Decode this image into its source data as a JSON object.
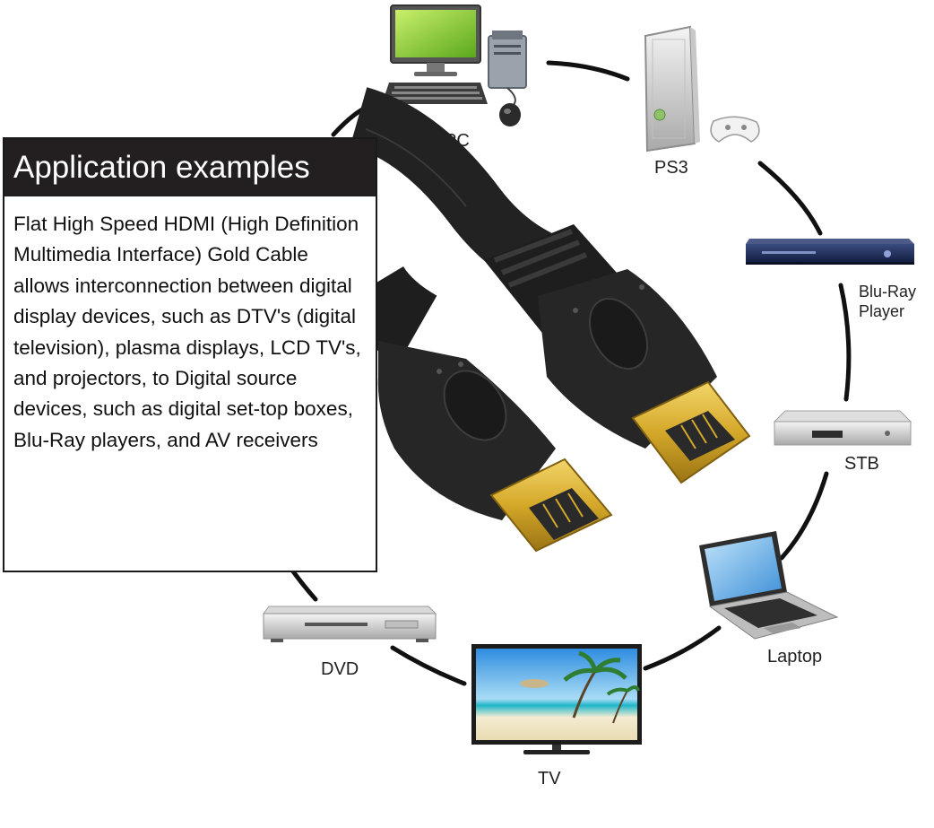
{
  "panel": {
    "title": "Application examples",
    "body": "Flat High Speed HDMI (High Definition Multimedia Interface) Gold Cable allows interconnection between digital display devices, such as DTV's (digital television), plasma displays, LCD TV's, and projectors, to Digital source devices, such as digital set-top boxes, Blu-Ray players, and AV receivers"
  },
  "devices": {
    "pc": {
      "label": "PC",
      "icon": "desktop-computer-icon"
    },
    "ps3": {
      "label": "PS3",
      "icon": "game-console-icon"
    },
    "bluray": {
      "label_line1": "Blu-Ray",
      "label_line2": "Player",
      "icon": "bluray-player-icon"
    },
    "stb": {
      "label": "STB",
      "icon": "set-top-box-icon"
    },
    "laptop": {
      "label": "Laptop",
      "icon": "laptop-icon"
    },
    "tv": {
      "label": "TV",
      "icon": "television-icon"
    },
    "dvd": {
      "label": "DVD",
      "icon": "dvd-player-icon"
    }
  },
  "colors": {
    "title_bar": "#231f20",
    "connector_gold": "#d4a829",
    "cable": "#1e1e1e",
    "ring": "#111111"
  }
}
